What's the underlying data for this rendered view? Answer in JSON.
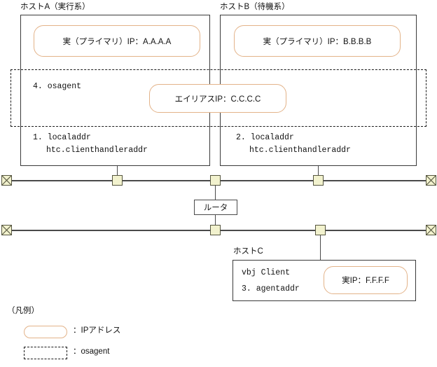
{
  "diagram": {
    "hostA": {
      "title": "ホストA（実行系）",
      "primary_ip": "実（プライマリ）IP：A.A.A.A",
      "osagent_label": "4. osagent",
      "localaddr_line1": "1. localaddr",
      "localaddr_line2": "htc.clienthandleraddr"
    },
    "hostB": {
      "title": "ホストB（待機系）",
      "primary_ip": "実（プライマリ）IP：B.B.B.B",
      "localaddr_line1": "2. localaddr",
      "localaddr_line2": "htc.clienthandleraddr"
    },
    "alias": {
      "label": "エイリアスIP：C.C.C.C"
    },
    "router": {
      "label": "ルータ"
    },
    "hostC": {
      "title": "ホストC",
      "client_label": "vbj Client",
      "agentaddr_label": "3. agentaddr",
      "real_ip": "実IP：F.F.F.F"
    },
    "legend": {
      "title": "（凡例）",
      "item1": "：IPアドレス",
      "item2": "：osagent"
    },
    "colors": {
      "ip_pill_border": "#E3B389",
      "tap_fill": "#F2F2CE",
      "tap_border": "#55553F",
      "line": "#4A4A4A",
      "box_border": "#3A3A3A",
      "dashed": "#1A1A1A"
    }
  }
}
